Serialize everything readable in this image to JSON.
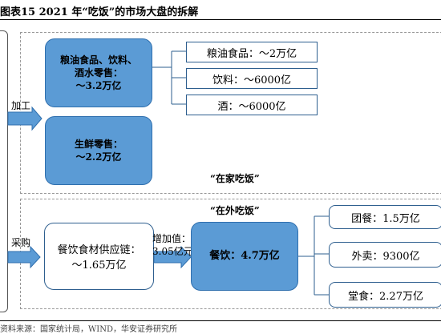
{
  "header": {
    "title": "图表15 2021 年“吃饭”的市场大盘的拆解"
  },
  "at_home": {
    "process_label": "加工",
    "retail_grain": {
      "line1": "粮油食品、饮料、",
      "line2": "酒水零售：",
      "line3": "～3.2万亿"
    },
    "fresh_retail": {
      "line1": "生鲜零售：",
      "line2": "～2.2万亿"
    },
    "grain_food": "粮油食品：～2万亿",
    "beverage": "饮料：～6000亿",
    "liquor": "酒：～6000亿",
    "caption": "“在家吃饭”"
  },
  "away": {
    "caption": "“在外吃饭”",
    "purchase_label": "采购",
    "supply_chain": {
      "line1": "餐饮食材供应链：",
      "line2": "～1.65万亿"
    },
    "value_added": {
      "line1": "增加值：",
      "line2": "3.05亿元"
    },
    "catering": "餐饮：4.7万亿",
    "group_meal": "团餐：1.5万亿",
    "takeout": "外卖：9300亿",
    "dine_in": "堂食：2.27万亿"
  },
  "footer": {
    "source": "资料来源：国家统计局，WIND，华安证券研究所"
  },
  "colors": {
    "box_fill": "#5b9bd5",
    "box_border": "#2f6fae",
    "arrow": "#5b9bd5"
  }
}
